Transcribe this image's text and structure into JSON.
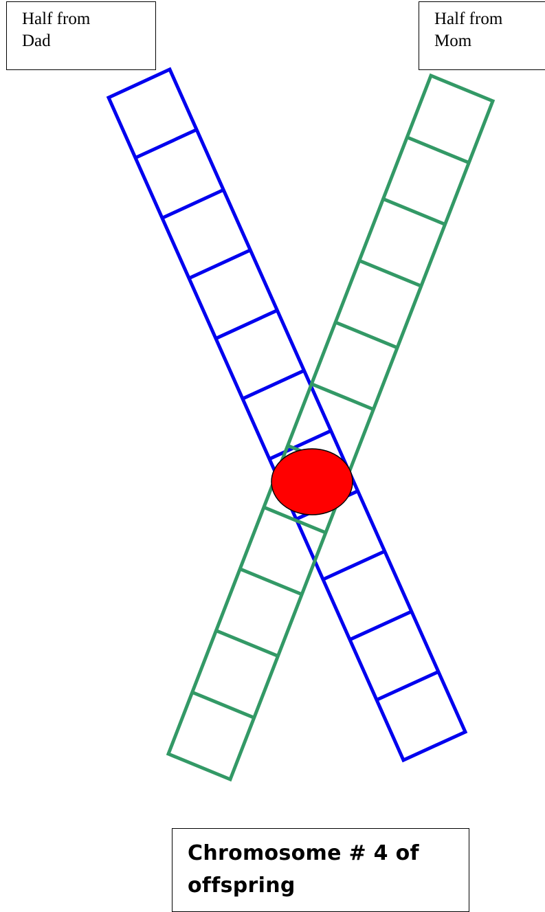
{
  "labels": {
    "dad": [
      "Half from",
      "Dad"
    ],
    "mom": [
      "Half from",
      "Mom"
    ]
  },
  "caption": [
    "Chromosome # 4 of",
    "offspring"
  ],
  "colors": {
    "dad_strand": "#0000ee",
    "mom_strand": "#339966",
    "centromere": "#ff0000",
    "outline": "#000000"
  },
  "chromatids": [
    {
      "name": "dad",
      "color_key": "dad_strand",
      "segments": 11
    },
    {
      "name": "mom",
      "color_key": "mom_strand",
      "segments": 11
    }
  ]
}
